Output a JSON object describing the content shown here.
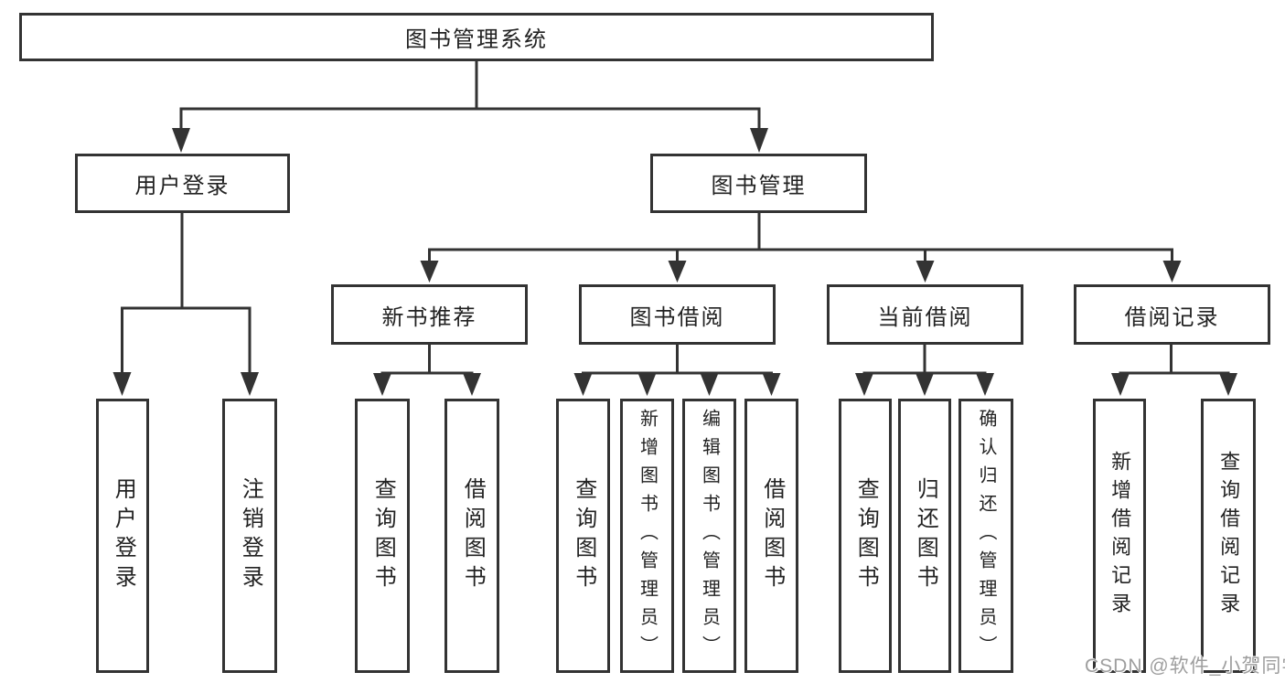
{
  "diagram_title": "图书管理系统",
  "watermark": {
    "text": "CSDN @软件_小贺同学"
  },
  "tree": {
    "root": {
      "label": "图书管理系统"
    },
    "branches": [
      {
        "label": "用户登录",
        "children": [
          {
            "label": "用户登录"
          },
          {
            "label": "注销登录"
          }
        ]
      },
      {
        "label": "图书管理",
        "children": [
          {
            "label": "新书推荐",
            "children": [
              {
                "label": "查询图书"
              },
              {
                "label": "借阅图书"
              }
            ]
          },
          {
            "label": "图书借阅",
            "children": [
              {
                "label": "查询图书"
              },
              {
                "label": "新增图书（管理员）"
              },
              {
                "label": "编辑图书（管理员）"
              },
              {
                "label": "借阅图书"
              }
            ]
          },
          {
            "label": "当前借阅",
            "children": [
              {
                "label": "查询图书"
              },
              {
                "label": "归还图书"
              },
              {
                "label": "确认归还（管理员）"
              }
            ]
          },
          {
            "label": "借阅记录",
            "children": [
              {
                "label": "新增借阅记录"
              },
              {
                "label": "查询借阅记录"
              }
            ]
          }
        ]
      }
    ]
  }
}
